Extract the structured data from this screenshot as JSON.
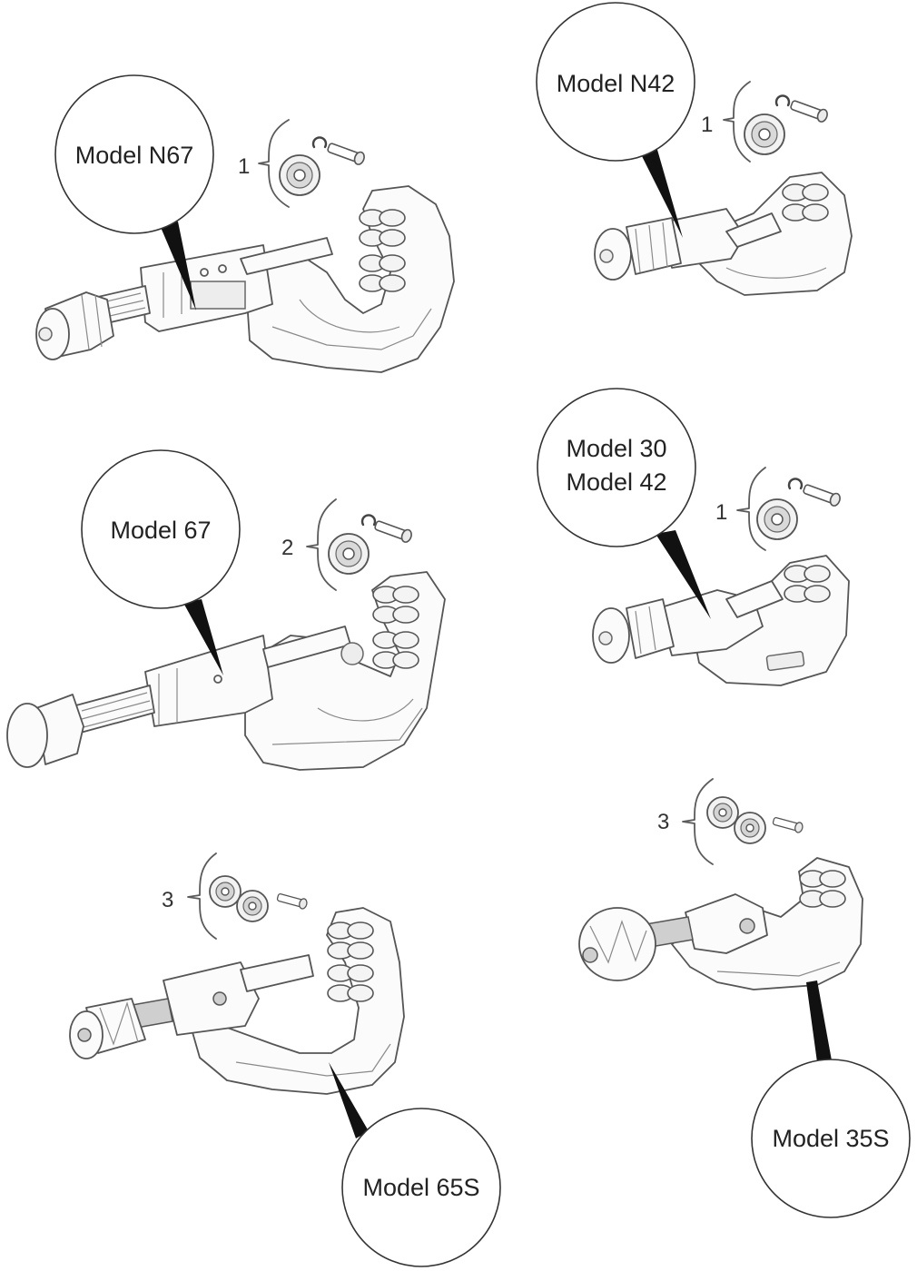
{
  "callouts": {
    "n67": "Model N67",
    "n42": "Model N42",
    "m67": "Model 67",
    "m30_line1": "Model 30",
    "m30_line2": "Model 42",
    "m65s": "Model 65S",
    "m35s": "Model 35S"
  },
  "quantities": {
    "n67": "1",
    "n42": "1",
    "m67": "2",
    "m30": "1",
    "m65s": "3",
    "m35s": "3"
  },
  "icons": {
    "wheel": "cutter-wheel-icon",
    "pin": "axle-pin-icon",
    "clip": "retaining-clip-icon",
    "roller": "roller-icon"
  }
}
